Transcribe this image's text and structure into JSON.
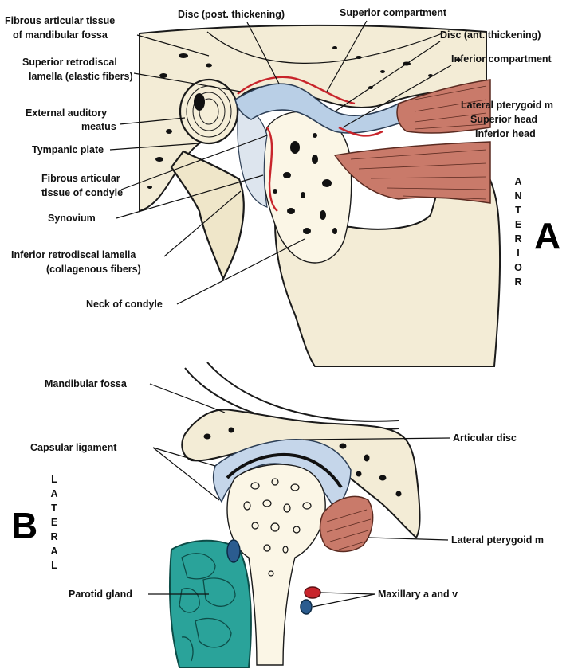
{
  "panel_a": {
    "letter": "A",
    "orientation": [
      "A",
      "N",
      "T",
      "E",
      "R",
      "I",
      "O",
      "R"
    ],
    "labels": {
      "fibrous_fossa_1": "Fibrous articular tissue",
      "fibrous_fossa_2": "of mandibular fossa",
      "disc_post": "Disc (post. thickening)",
      "superior_compartment": "Superior compartment",
      "disc_ant": "Disc (ant. thickening)",
      "sup_retro_1": "Superior retrodiscal",
      "sup_retro_2": "lamella (elastic fibers)",
      "inferior_compartment": "Inferior compartment",
      "lateral_pterygoid": "Lateral pterygoid m",
      "ext_auditory_1": "External auditory",
      "ext_auditory_2": "meatus",
      "superior_head": "Superior head",
      "inferior_head": "Inferior head",
      "tympanic_plate": "Tympanic plate",
      "fibrous_condyle_1": "Fibrous articular",
      "fibrous_condyle_2": "tissue of condyle",
      "synovium": "Synovium",
      "inf_retro_1": "Inferior retrodiscal lamella",
      "inf_retro_2": "(collagenous fibers)",
      "neck_condyle": "Neck of condyle"
    }
  },
  "panel_b": {
    "letter": "B",
    "orientation": [
      "L",
      "A",
      "T",
      "E",
      "R",
      "A",
      "L"
    ],
    "labels": {
      "mandibular_fossa": "Mandibular fossa",
      "capsular_ligament": "Capsular ligament",
      "articular_disc": "Articular disc",
      "lateral_pterygoid": "Lateral pterygoid m",
      "parotid_gland": "Parotid gland",
      "maxillary": "Maxillary a and v"
    }
  },
  "colors": {
    "bone": "#efe6c9",
    "disc": "#b9cfe6",
    "muscle": "#c97a6a",
    "synovium": "#c8242b",
    "parotid": "#2aa39a",
    "artery": "#c8242b",
    "vein": "#2b5c8f"
  }
}
